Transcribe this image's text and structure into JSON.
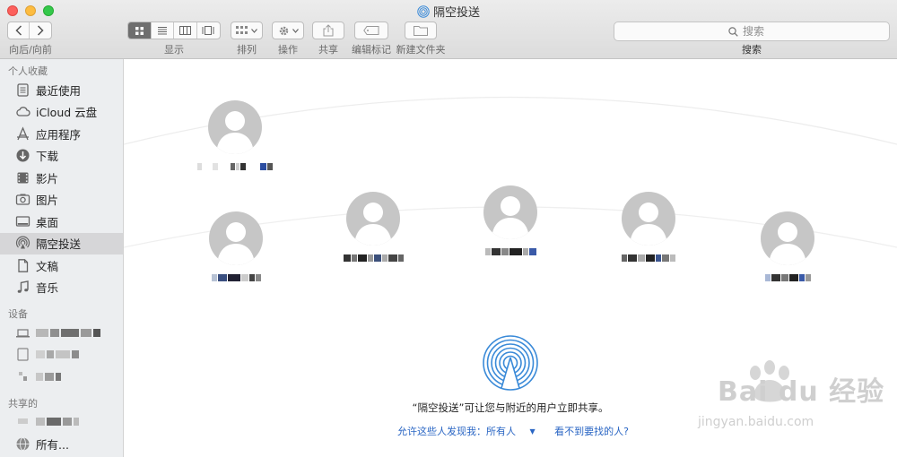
{
  "window": {
    "title": "隔空投送"
  },
  "toolbar": {
    "nav_label": "向后/向前",
    "view_label": "显示",
    "sort_label": "排列",
    "action_label": "操作",
    "share_label": "共享",
    "tags_label": "编辑标记",
    "newfolder_label": "新建文件夹",
    "search_label": "搜索",
    "search_placeholder": "搜索"
  },
  "sidebar": {
    "favorites_header": "个人收藏",
    "favorites": [
      {
        "label": "最近使用",
        "icon": "recents-icon"
      },
      {
        "label": "iCloud 云盘",
        "icon": "cloud-icon"
      },
      {
        "label": "应用程序",
        "icon": "applications-icon"
      },
      {
        "label": "下载",
        "icon": "download-icon"
      },
      {
        "label": "影片",
        "icon": "movies-icon"
      },
      {
        "label": "图片",
        "icon": "pictures-icon"
      },
      {
        "label": "桌面",
        "icon": "desktop-icon"
      },
      {
        "label": "隔空投送",
        "icon": "airdrop-icon",
        "selected": true
      },
      {
        "label": "文稿",
        "icon": "documents-icon"
      },
      {
        "label": "音乐",
        "icon": "music-icon"
      }
    ],
    "devices_header": "设备",
    "shared_header": "共享的",
    "shared_all_label": "所有..."
  },
  "airdrop": {
    "description": "“隔空投送”可让您与附近的用户立即共享。",
    "discover_label": "允许这些人发现我：所有人",
    "help_link": "看不到要找的人?"
  },
  "watermark": {
    "brand": "Bai du 经验",
    "url": "jingyan.baidu.com"
  },
  "colors": {
    "accent_link": "#2a66c4",
    "selection": "#d6d6d8",
    "airdrop_blue": "#3a8ad8"
  }
}
